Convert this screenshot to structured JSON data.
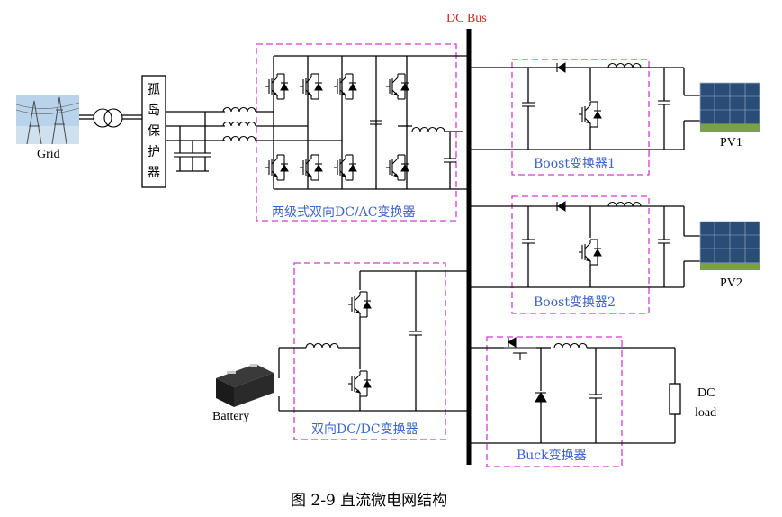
{
  "bus_label": "DC Bus",
  "grid_label": "Grid",
  "protection_chars": [
    "孤",
    "岛",
    "保",
    "护",
    "器"
  ],
  "converters": {
    "dcac": "两级式双向DC/AC变换器",
    "boost1": "Boost变换器1",
    "boost2": "Boost变换器2",
    "bidir_dcdc": "双向DC/DC变换器",
    "buck": "Buck变换器"
  },
  "pv1_label": "PV1",
  "pv2_label": "PV2",
  "battery_label": "Battery",
  "load_label_line1": "DC",
  "load_label_line2": "load",
  "caption": "图 2-9  直流微电网结构",
  "colors": {
    "bus_label": "#e02020",
    "converter_label": "#3b63c8",
    "dashed_box": "#d63ad6"
  }
}
